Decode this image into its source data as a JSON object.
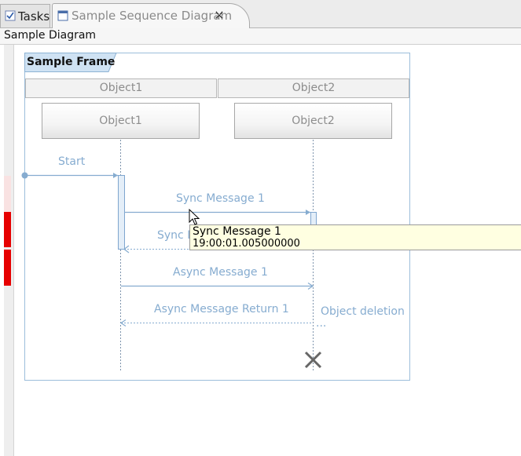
{
  "tabs": [
    {
      "label": "Tasks",
      "icon": "tasks-icon"
    },
    {
      "label": "Sample Sequence Diagram",
      "icon": "diagram-icon",
      "close_icon": "close-icon"
    }
  ],
  "header": {
    "title": "Sample Diagram"
  },
  "frame": {
    "title": "Sample Frame"
  },
  "lanes": [
    {
      "header": "Object1",
      "object": "Object1"
    },
    {
      "header": "Object2",
      "object": "Object2"
    }
  ],
  "messages": {
    "start": "Start",
    "sync": "Sync Message 1",
    "sync_return": "Sync Message Return 1",
    "async": "Async Message 1",
    "async_return": "Async Message Return 1"
  },
  "notes": {
    "deletion": "Object deletion",
    "ellipsis": "..."
  },
  "tooltip": {
    "title": "Sync Message 1",
    "time": "19:00:01.005000000"
  },
  "colors": {
    "accent": "#86acd0",
    "frame_border": "#9cbedb",
    "tooltip_bg": "#ffffe1",
    "marker_red": "#e60000",
    "marker_pink": "#f9e2e2"
  }
}
